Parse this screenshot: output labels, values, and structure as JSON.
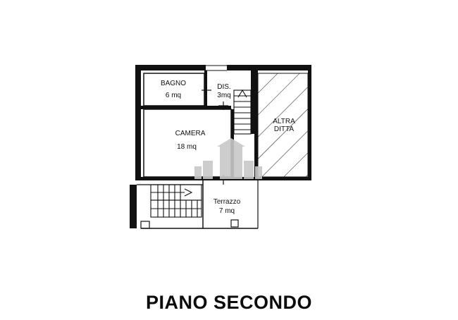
{
  "rooms": {
    "bagno": {
      "name": "BAGNO",
      "area": "6 mq"
    },
    "dis": {
      "name": "DIS.",
      "area": "3mq"
    },
    "camera": {
      "name": "CAMERA",
      "area": "18 mq"
    },
    "altra": {
      "line1": "ALTRA",
      "line2": "DITTA"
    },
    "terrazzo": {
      "name": "Terrazzo",
      "area": "7 mq"
    }
  },
  "floor_title": "PIANO SECONDO",
  "colors": {
    "ink": "#111111",
    "watermark": "#c8c8c8"
  },
  "icons": {
    "watermark": "building-logo-icon"
  }
}
